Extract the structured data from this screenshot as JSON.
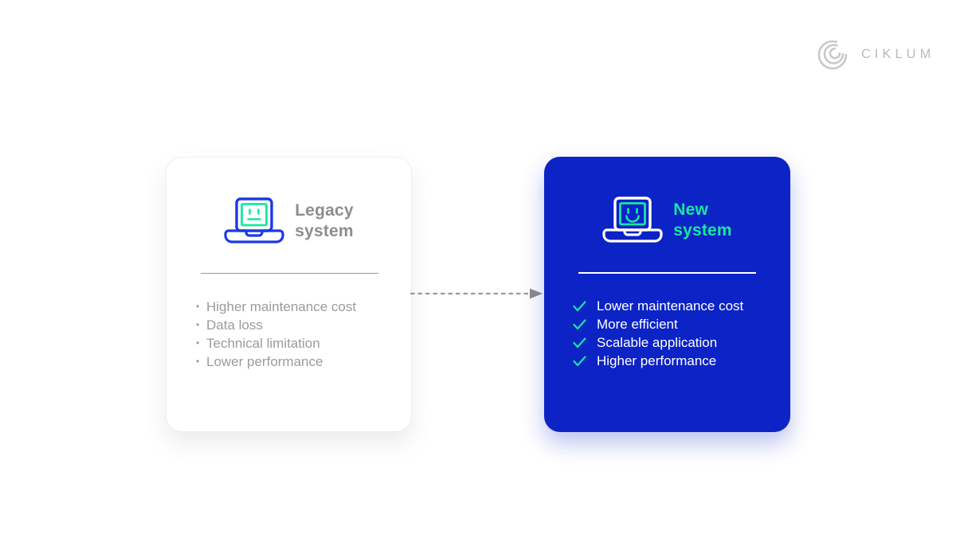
{
  "page": {
    "background": "#ffffff"
  },
  "brand": {
    "name": "CIKLUM",
    "mark_icon": "ciklum-arcs-logo-icon",
    "mark_color": "#c7c9c9",
    "text_color": "#b7bbbb"
  },
  "flow_arrow": {
    "direction": "right",
    "style": "dashed",
    "color": "#9a9a9a"
  },
  "legacy_card": {
    "title": "Legacy\nsystem",
    "title_color": "#8d8d8d",
    "background": "#ffffff",
    "icon": "laptop-sad-face-icon",
    "icon_outline_color": "#1c38e8",
    "icon_screen_color": "#15e7a4",
    "bullet": "•",
    "items": [
      "Higher maintenance cost",
      "Data loss",
      "Technical limitation",
      "Lower performance"
    ]
  },
  "new_card": {
    "title": "New\nsystem",
    "title_color": "#15e7a4",
    "background": "#0c23c5",
    "icon": "laptop-happy-face-icon",
    "icon_outline_color": "#ffffff",
    "icon_screen_color": "#15e7a4",
    "check_icon": "check-icon",
    "check_color": "#15e7a4",
    "items": [
      "Lower maintenance cost",
      "More efficient",
      "Scalable application",
      "Higher performance"
    ]
  }
}
